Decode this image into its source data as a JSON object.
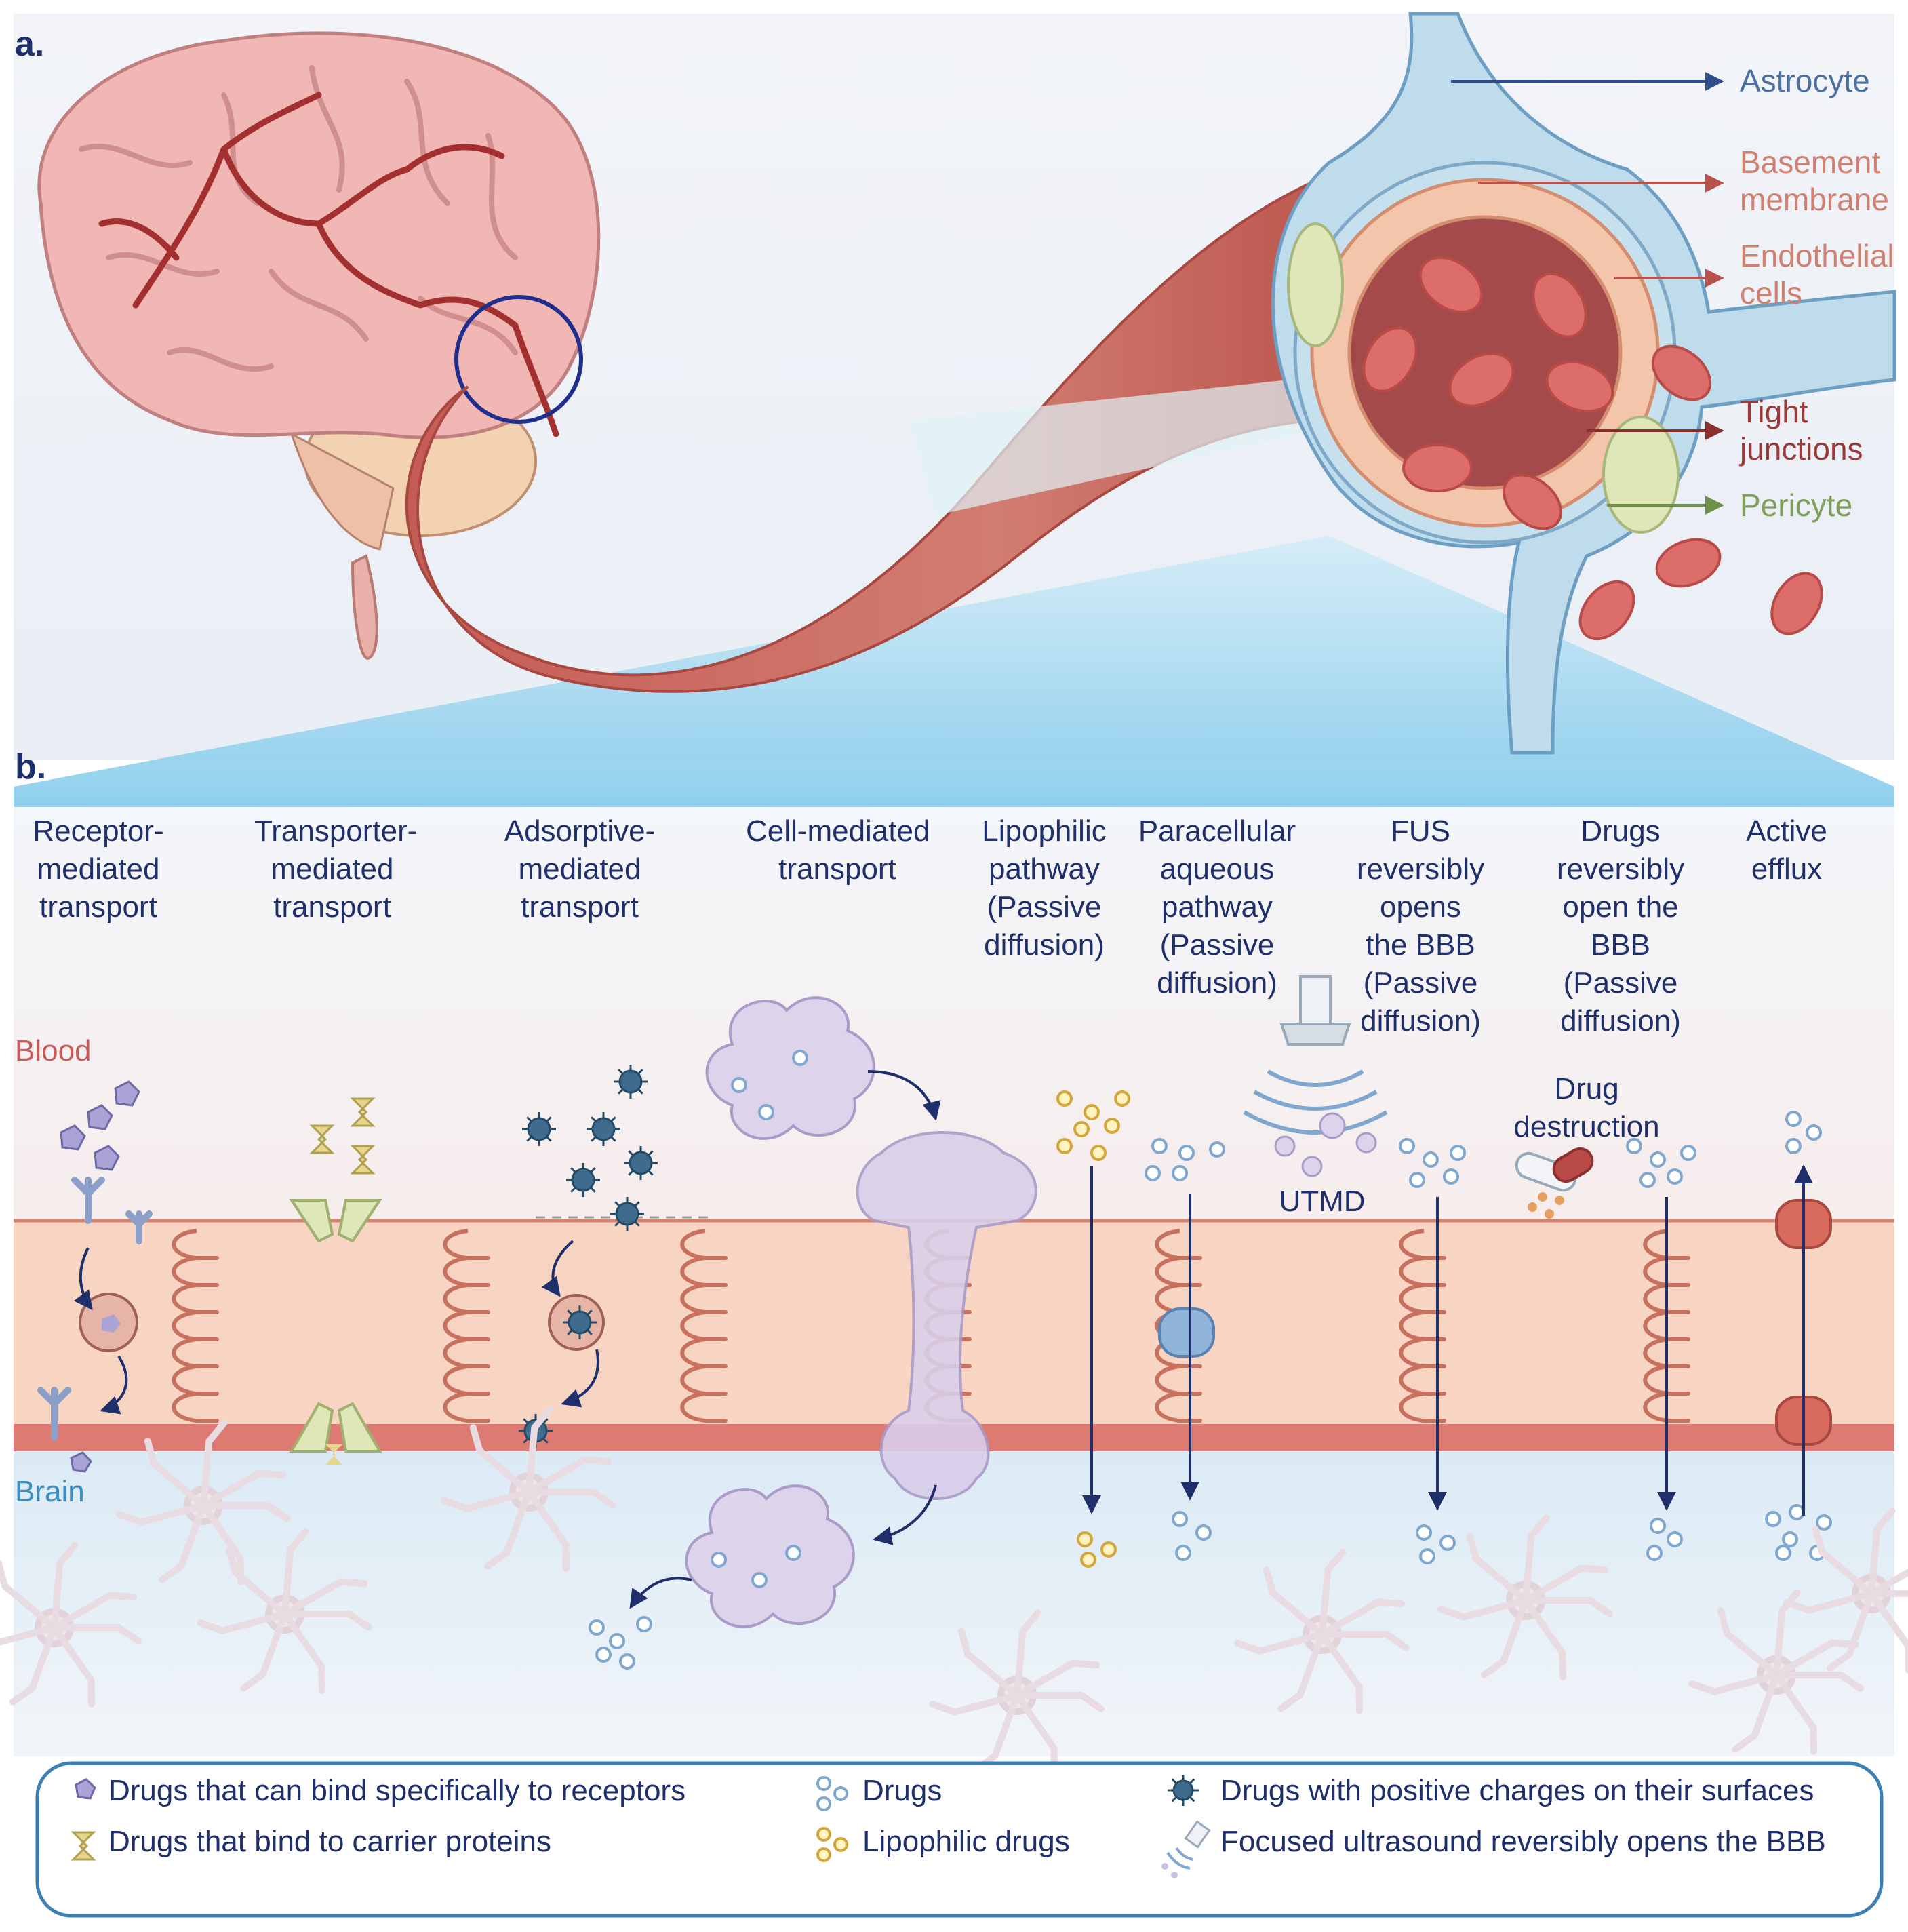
{
  "panels": {
    "a": "a.",
    "b": "b."
  },
  "callouts": {
    "astrocyte": {
      "text": "Astrocyte",
      "color": "#4a6fa0"
    },
    "basement": {
      "line1": "Basement",
      "line2": "membrane",
      "color": "#d08070"
    },
    "endothelial": {
      "line1": "Endothelial",
      "line2": "cells",
      "color": "#d08070"
    },
    "tight": {
      "line1": "Tight",
      "line2": "junctions",
      "color": "#9b3a3a"
    },
    "pericyte": {
      "text": "Pericyte",
      "color": "#7fa05a"
    }
  },
  "pathways": [
    {
      "lines": [
        "Receptor-",
        "mediated",
        "transport"
      ]
    },
    {
      "lines": [
        "Transporter-",
        "mediated",
        "transport"
      ]
    },
    {
      "lines": [
        "Adsorptive-",
        "mediated",
        "transport"
      ]
    },
    {
      "lines": [
        "Cell-mediated",
        "transport"
      ]
    },
    {
      "lines": [
        "Lipophilic",
        "pathway",
        "(Passive",
        "diffusion)"
      ]
    },
    {
      "lines": [
        "Paracellular",
        "aqueous",
        "pathway",
        "(Passive",
        "diffusion)"
      ]
    },
    {
      "lines": [
        "FUS",
        "reversibly",
        "opens",
        "the BBB",
        "(Passive",
        "diffusion)"
      ]
    },
    {
      "lines": [
        "Drugs",
        "reversibly",
        "open the",
        "BBB",
        "(Passive",
        "diffusion)"
      ]
    },
    {
      "lines": [
        "Active",
        "efflux"
      ]
    }
  ],
  "zones": {
    "blood": {
      "text": "Blood",
      "color": "#c85a5a"
    },
    "brain": {
      "text": "Brain",
      "color": "#3a8fc0"
    }
  },
  "annotations": {
    "utmd": "UTMD",
    "drug_destruction_1": "Drug",
    "drug_destruction_2": "destruction"
  },
  "legend": {
    "receptor_drugs": "Drugs that can bind specifically to receptors",
    "carrier_drugs": "Drugs that bind to carrier proteins",
    "drugs": "Drugs",
    "lipophilic_drugs": "Lipophilic drugs",
    "positive_drugs": "Drugs with positive charges on their surfaces",
    "fus": "Focused ultrasound reversibly opens the BBB"
  },
  "colors": {
    "title": "#1f2f6b",
    "vessel": "#c9605a",
    "membrane": "#f7c9b4",
    "blood_bg": "#fbe3dd",
    "brain_bg": "#e4eff7",
    "drug": "#7fa7cf",
    "lipophilic": "#e6b94a",
    "receptor_drug": "#a9a3d6",
    "carrier": "#d9d79a"
  }
}
